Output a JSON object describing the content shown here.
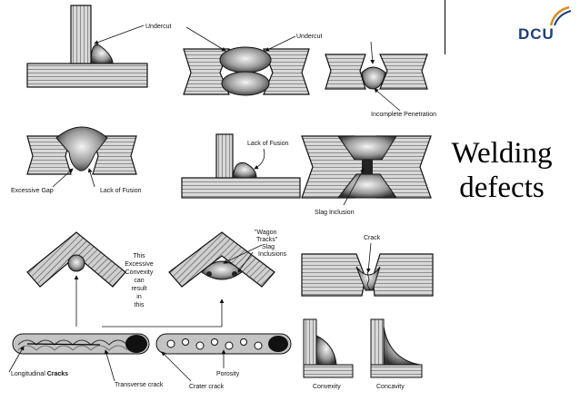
{
  "slide": {
    "title_line1": "Welding",
    "title_line2": "defects",
    "logo_text": "DCU"
  },
  "labels": {
    "undercut_left": "Undercut",
    "undercut_right": "Undercut",
    "incomplete_penetration": "Incomplete Penetration",
    "lack_of_fusion_top": "Lack of Fusion",
    "excessive_gap": "Excessive Gap",
    "lack_of_fusion_left": "Lack of Fusion",
    "slag_inclusion": "Slag Inclusion",
    "excessive_convexity": [
      "This",
      "Excessive",
      "Convexity",
      "can",
      "result",
      "in",
      "this"
    ],
    "wagon_tracks": [
      "\"Wagon",
      "Tracks\"",
      "Slag",
      "Inclusions"
    ],
    "crack": "Crack",
    "longitudinal": "Longitudinal ",
    "cracks": "Cracks",
    "transverse_crack": "Transverse crack",
    "crater_crack": "Crater crack",
    "porosity": "Porosity",
    "convexity": "Convexity",
    "concavity": "Concavity"
  }
}
